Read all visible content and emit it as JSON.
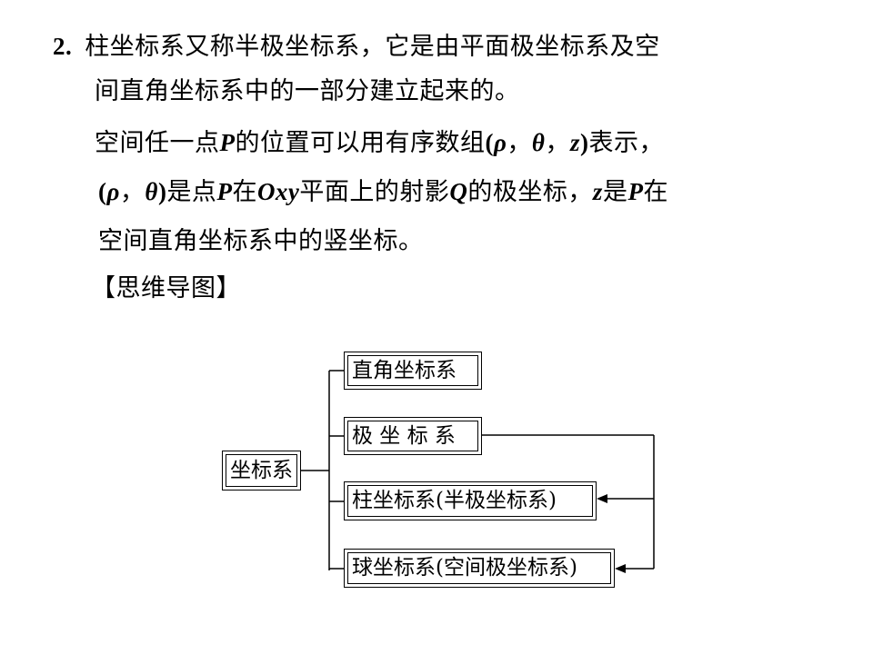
{
  "text": {
    "line1_num": "2",
    "line1_dot": ".",
    "line1_text": "柱坐标系又称半极坐标系，它是由平面极坐标系及空",
    "line2_text": "间直角坐标系中的一部分建立起来的。",
    "line3_a": "空间任一点",
    "line3_P": "P",
    "line3_b": "的位置可以用有序数组",
    "line3_lp": "(",
    "line3_rho": "ρ",
    "line3_c1": "，",
    "line3_theta": "θ",
    "line3_c2": "，",
    "line3_z": "z",
    "line3_rp": ")",
    "line3_c": "表示，",
    "line4_lp": "(",
    "line4_rho": "ρ",
    "line4_c1": "，",
    "line4_theta": "θ",
    "line4_rp": ")",
    "line4_a": "是点",
    "line4_P": "P",
    "line4_b": "在",
    "line4_Oxy": "Oxy",
    "line4_c": "平面上的射影",
    "line4_Q": "Q",
    "line4_d": "的极坐标，",
    "line4_z": "z",
    "line4_e": "是",
    "line4_P2": "P",
    "line4_f": "在",
    "line5_text": "空间直角坐标系中的竖坐标。",
    "line6_text": "【思维导图】"
  },
  "mindmap": {
    "root": "坐标系",
    "items": [
      "直角坐标系",
      "极 坐 标 系",
      "柱坐标系(半极坐标系)",
      "球坐标系(空间极坐标系)"
    ]
  }
}
